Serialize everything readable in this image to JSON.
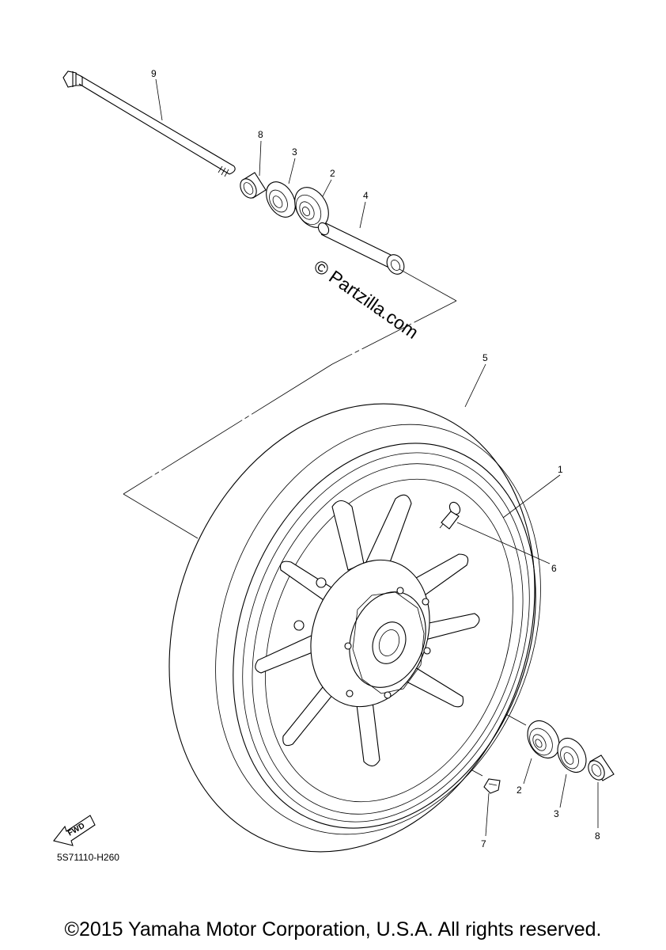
{
  "diagram": {
    "callouts": {
      "c9": "9",
      "c8_top": "8",
      "c3_top": "3",
      "c2_top": "2",
      "c4": "4",
      "c5": "5",
      "c1": "1",
      "c6": "6",
      "c2_bottom": "2",
      "c3_bottom": "3",
      "c8_bottom": "8",
      "c7": "7"
    },
    "watermark": "© Partzilla.com",
    "fwd_label": "FWD",
    "diagram_code": "5S71110-H260"
  },
  "footer": {
    "copyright": "©2015 Yamaha Motor Corporation, U.S.A. All rights reserved."
  }
}
